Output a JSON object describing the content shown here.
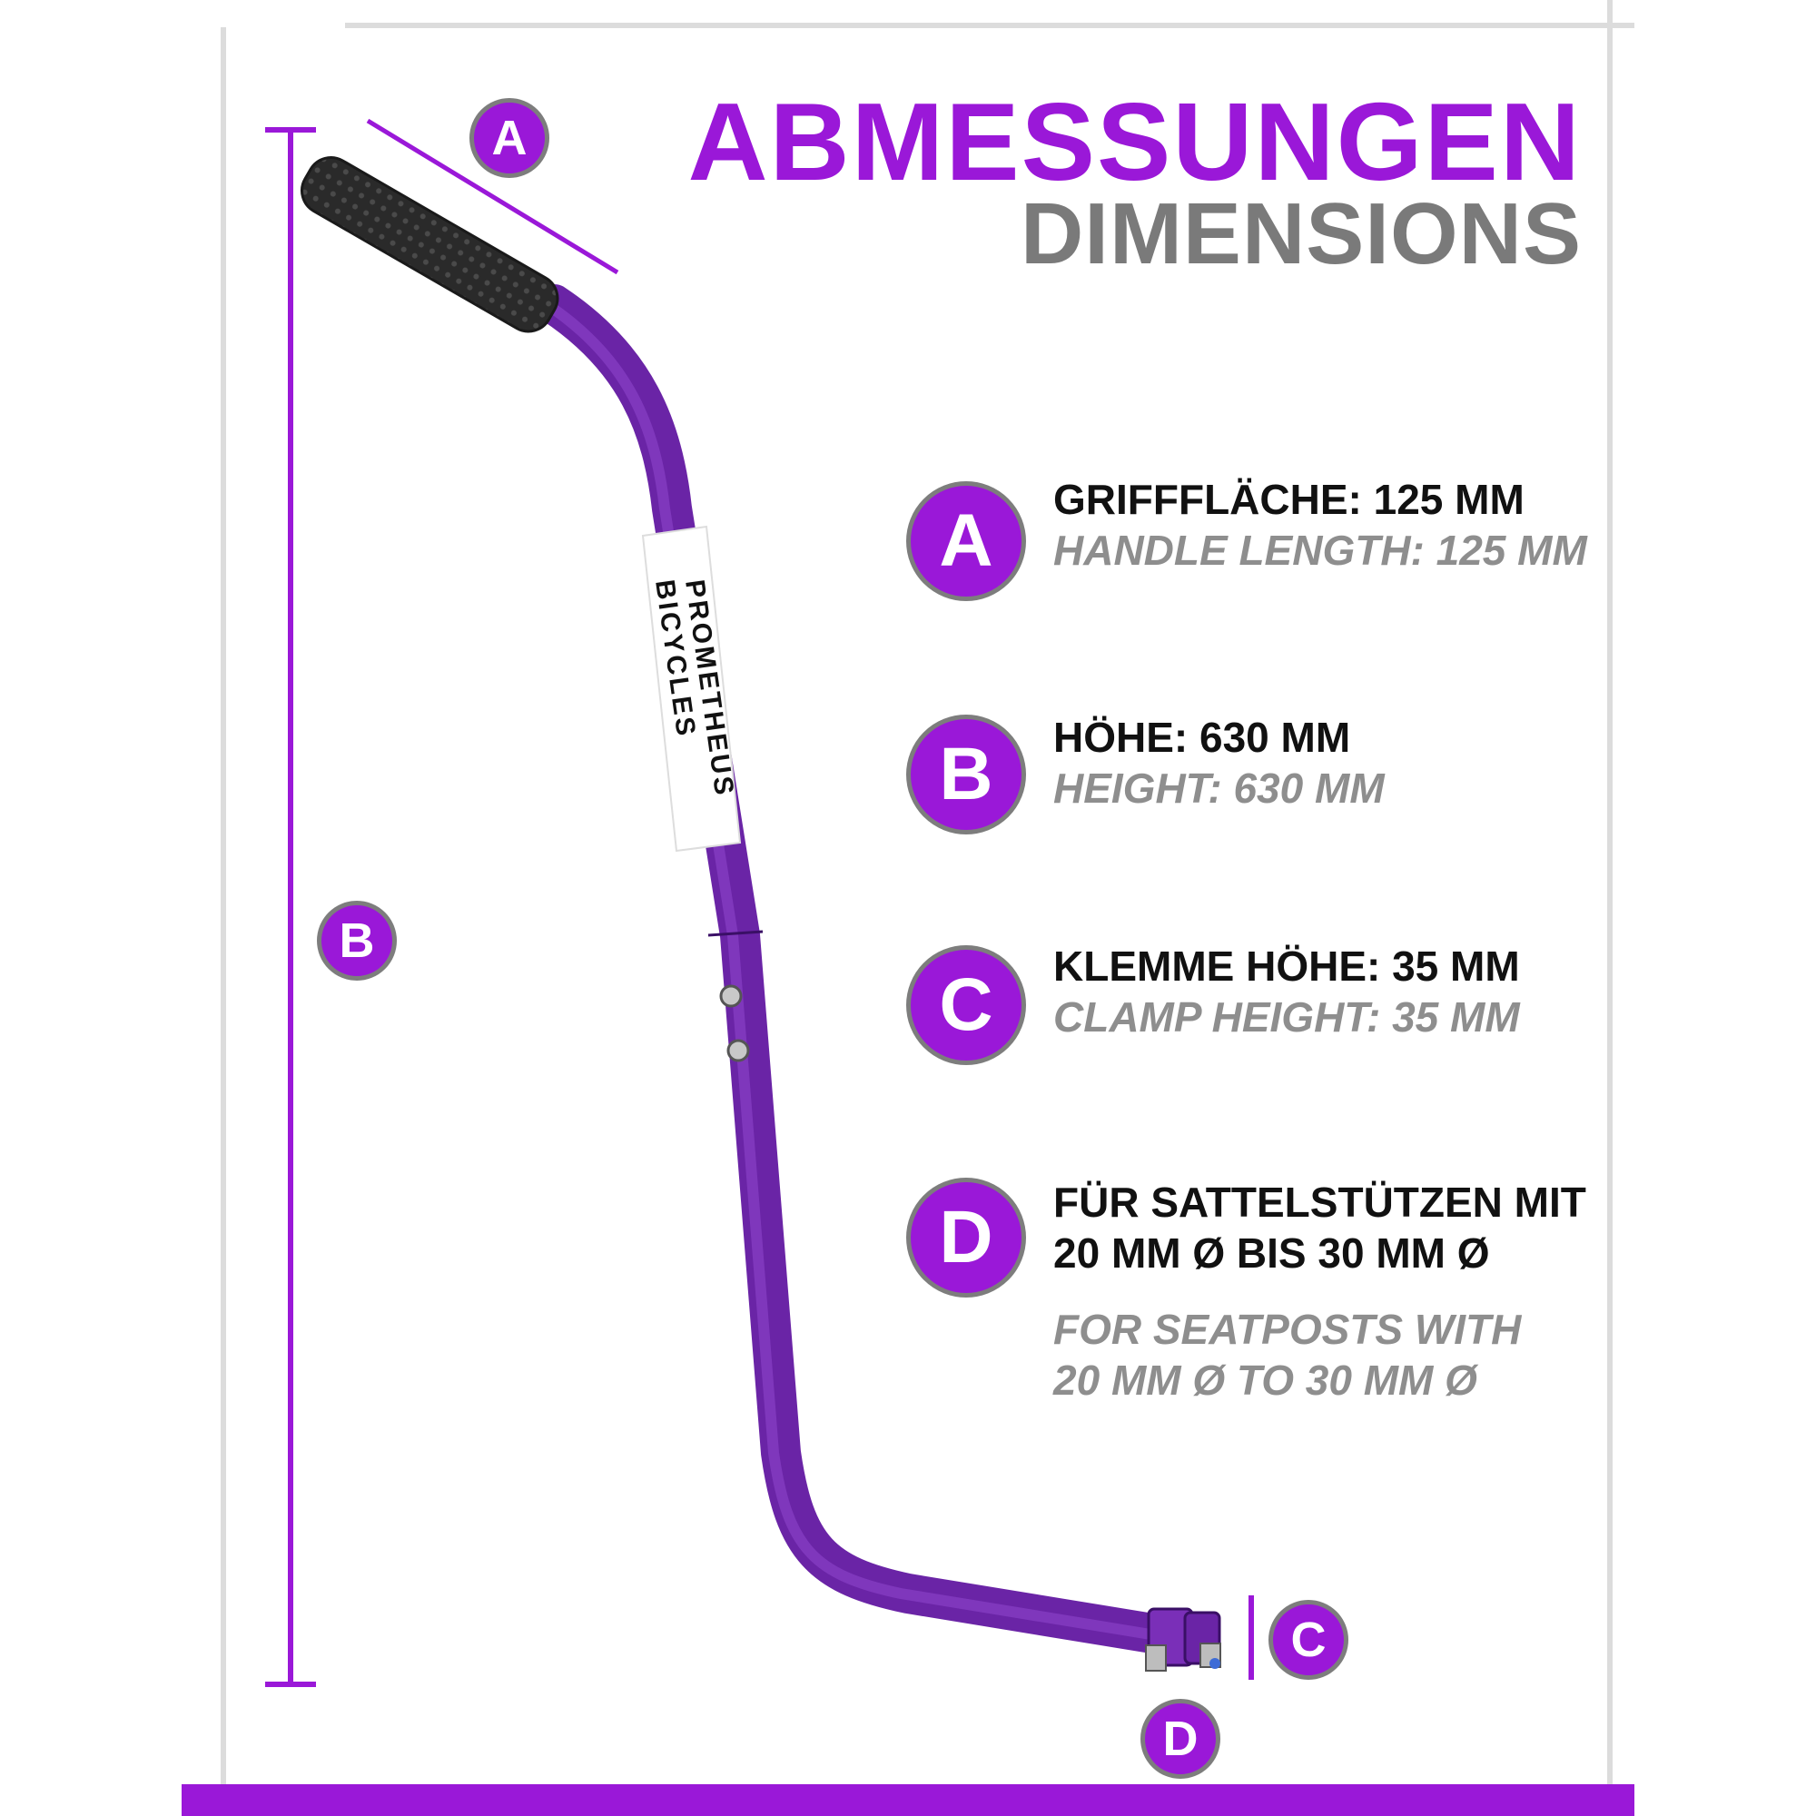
{
  "heading": {
    "title_de": "ABMESSUNGEN",
    "title_en": "DIMENSIONS"
  },
  "product": {
    "brand_line1": "PROMETHEUS",
    "brand_line2": "BICYCLES"
  },
  "markers": {
    "a": "A",
    "b": "B",
    "c": "C",
    "d": "D"
  },
  "specs": [
    {
      "letter": "A",
      "de": "GRIFFFLÄCHE: 125 MM",
      "en": "HANDLE LENGTH: 125 MM"
    },
    {
      "letter": "B",
      "de": "HÖHE: 630 MM",
      "en": "HEIGHT: 630 MM"
    },
    {
      "letter": "C",
      "de": "KLEMME HÖHE: 35 MM",
      "en": "CLAMP HEIGHT: 35 MM"
    },
    {
      "letter": "D",
      "de_line1": "FÜR SATTELSTÜTZEN MIT",
      "de_line2": "20 MM Ø BIS 30 MM Ø",
      "en_line1": "FOR SEATPOSTS WITH",
      "en_line2": "20 MM Ø TO 30 MM Ø"
    }
  ],
  "colors": {
    "accent": "#9a18d8",
    "secondary_text": "#8e8e8e",
    "badge_border": "#7d7d7d"
  }
}
